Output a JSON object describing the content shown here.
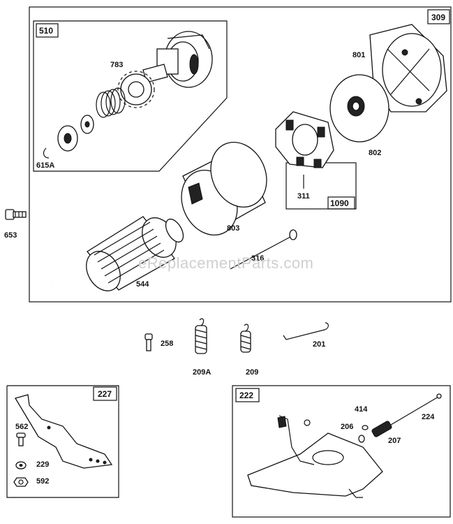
{
  "watermark": "eReplacementParts.com",
  "boxes": {
    "starter": "309",
    "drive": "510",
    "brush": "1090",
    "bracket": "227",
    "control": "222"
  },
  "parts": {
    "p783": "783",
    "p615A": "615A",
    "p801": "801",
    "p802": "802",
    "p311": "311",
    "p803": "803",
    "p653": "653",
    "p316": "316",
    "p544": "544",
    "p258": "258",
    "p209A": "209A",
    "p209": "209",
    "p201": "201",
    "p562": "562",
    "p229": "229",
    "p592": "592",
    "p414": "414",
    "p206": "206",
    "p207": "207",
    "p224": "224"
  }
}
